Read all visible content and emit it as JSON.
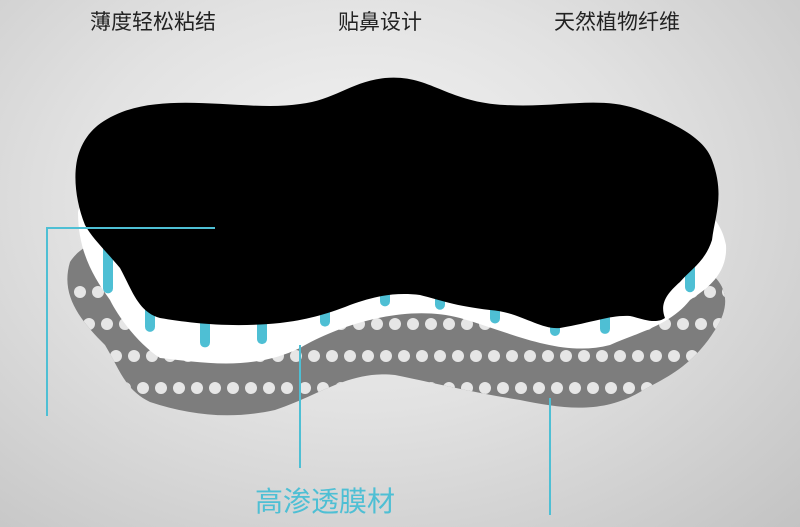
{
  "labels": {
    "feature_thin": "薄度轻松粘结",
    "feature_nose": "贴鼻设计",
    "feature_fiber": "天然植物纤维",
    "material": "高渗透膜材"
  },
  "colors": {
    "background": "#dcdcdc",
    "black_layer": "#000000",
    "membrane_layer": "#ffffff",
    "fiber_strands": "#4ebfd4",
    "base_layer": "#7d7d7d",
    "dots": "#e6e6e6",
    "callout_line": "#4ebfd4",
    "material_label": "#4ebfd4"
  }
}
